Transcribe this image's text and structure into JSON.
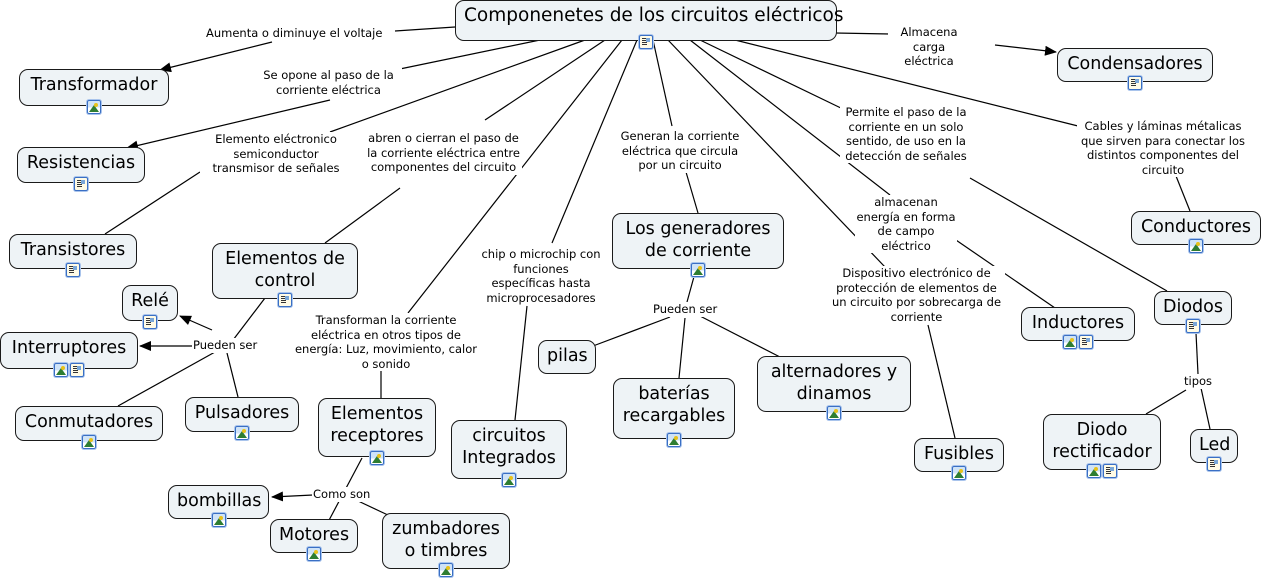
{
  "map": {
    "root": {
      "label": "Componenetes de los circuitos eléctricos",
      "icons": [
        "doc"
      ]
    },
    "nodes": {
      "transformador": {
        "label": "Transformador",
        "icons": [
          "img"
        ]
      },
      "resistencias": {
        "label": "Resistencias",
        "icons": [
          "doc"
        ]
      },
      "transistores": {
        "label": "Transistores",
        "icons": [
          "doc"
        ]
      },
      "elementos_control": {
        "label": "Elementos de control",
        "icons": [
          "doc"
        ]
      },
      "rele": {
        "label": "Relé",
        "icons": [
          "doc"
        ]
      },
      "interruptores": {
        "label": "Interruptores",
        "icons": [
          "img",
          "doc"
        ]
      },
      "conmutadores": {
        "label": "Conmutadores",
        "icons": [
          "img"
        ]
      },
      "pulsadores": {
        "label": "Pulsadores",
        "icons": [
          "img"
        ]
      },
      "elementos_receptores": {
        "label": "Elementos receptores",
        "icons": [
          "img"
        ]
      },
      "bombillas": {
        "label": "bombillas",
        "icons": [
          "img"
        ]
      },
      "motores": {
        "label": "Motores",
        "icons": [
          "img"
        ]
      },
      "zumbadores": {
        "label": "zumbadores o timbres",
        "icons": [
          "img"
        ]
      },
      "circuitos_integrados": {
        "label": "circuitos Integrados",
        "icons": [
          "img"
        ]
      },
      "generadores": {
        "label": "Los generadores de corriente",
        "icons": [
          "img"
        ]
      },
      "pilas": {
        "label": "pilas",
        "icons": []
      },
      "baterias": {
        "label": "baterías recargables",
        "icons": [
          "img"
        ]
      },
      "alternadores": {
        "label": "alternadores y dinamos",
        "icons": [
          "img"
        ]
      },
      "fusibles": {
        "label": "Fusibles",
        "icons": [
          "img"
        ]
      },
      "inductores": {
        "label": "Inductores",
        "icons": [
          "img",
          "doc"
        ]
      },
      "diodos": {
        "label": "Diodos",
        "icons": [
          "doc"
        ]
      },
      "diodo_rectificador": {
        "label": "Diodo rectificador",
        "icons": [
          "img",
          "doc"
        ]
      },
      "led": {
        "label": "Led",
        "icons": [
          "doc"
        ]
      },
      "condensadores": {
        "label": "Condensadores",
        "icons": [
          "doc"
        ]
      },
      "conductores": {
        "label": "Conductores",
        "icons": [
          "img"
        ]
      }
    },
    "links": {
      "voltaje": "Aumenta o diminuye el voltaje",
      "opone": "Se opone al paso de la corriente eléctrica",
      "semiconductor": "Elemento eléctronico semiconductor transmisor de señales",
      "abren": "abren o cierran el paso de la corriente eléctrica entre componentes del circuito",
      "pueden_ser_control": "Pueden ser",
      "transforman": "Transforman la corriente eléctrica en otros tipos de energía: Luz, movimiento, calor o sonido",
      "como_son": "Como son",
      "chip": "chip o microchip con funciones específicas hasta microprocesadores",
      "generan": "Generan la corriente eléctrica que circula por un circuito",
      "pueden_ser_gen": "Pueden ser",
      "permite": "Permite el paso de la corriente en un solo sentido, de uso en la detección de señales",
      "almacenan": "almacenan energía en forma de campo eléctrico",
      "dispositivo": "Dispositivo electrónico de protección de elementos de un circuito por sobrecarga de corriente",
      "tipos": "tipos",
      "almacena": "Almacena carga eléctrica",
      "cables": "Cables y láminas métalicas que sirven para conectar los distintos componentes del circuito"
    }
  }
}
